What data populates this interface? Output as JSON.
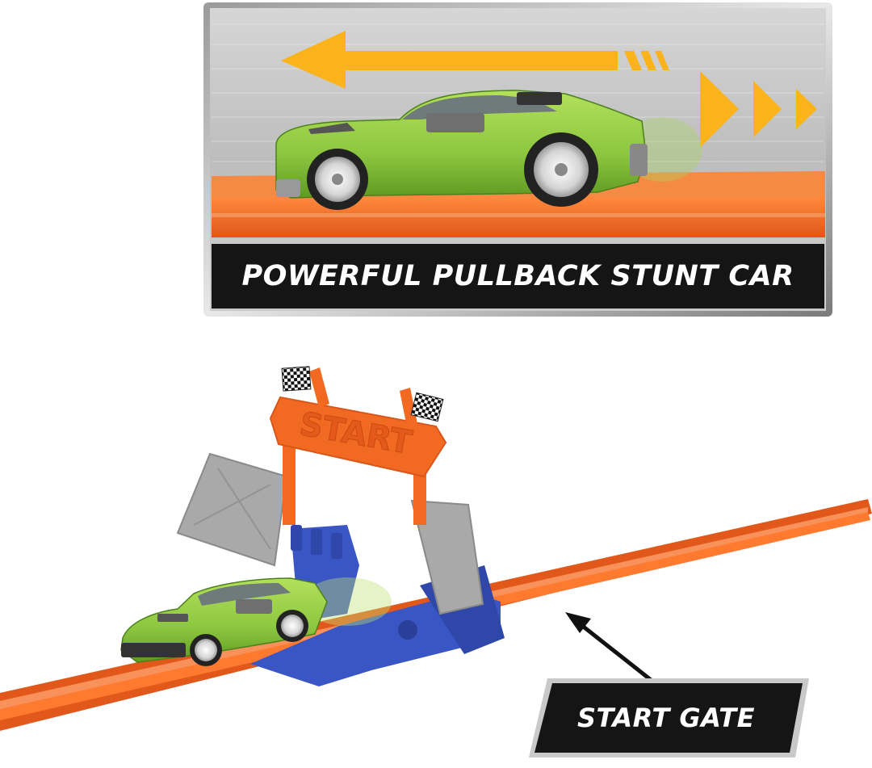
{
  "feature_panel": {
    "caption": "POWERFUL PULLBACK STUNT CAR"
  },
  "callout": {
    "label": "START GATE"
  },
  "gate_sign": {
    "text": "START"
  },
  "colors": {
    "track_orange": "#f26a21",
    "car_green": "#8cc63f",
    "arrow_yellow": "#fbb31b",
    "gate_blue": "#3a55c4",
    "gate_gray": "#a9a9a9",
    "label_black": "#1a1a1a"
  }
}
